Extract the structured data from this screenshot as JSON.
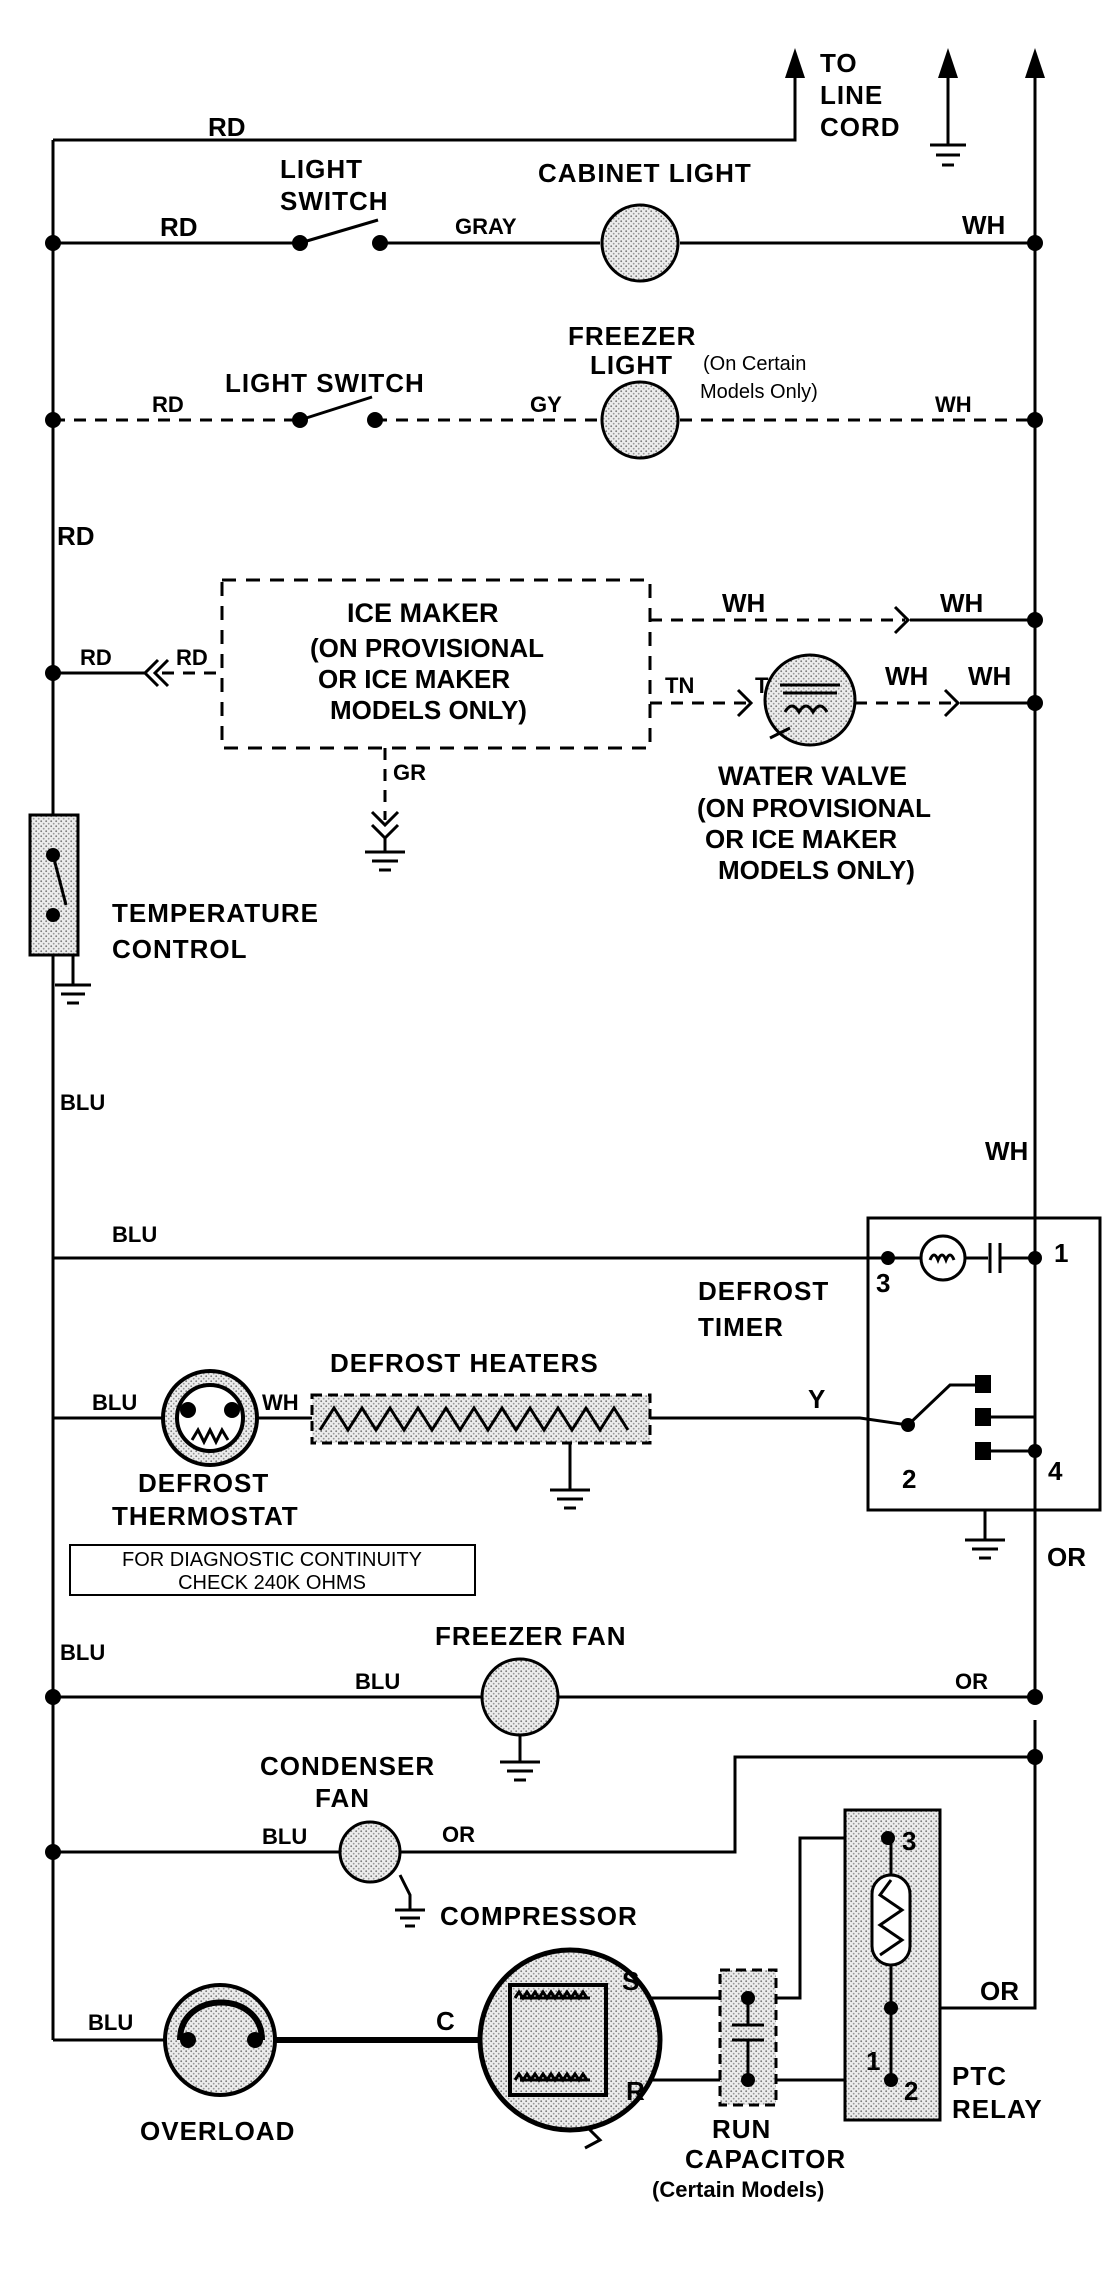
{
  "line_cord": {
    "to_label": "TO",
    "line_label": "LINE",
    "cord_label": "CORD"
  },
  "wires": {
    "rd_top": "RD",
    "rd_cabinet": "RD",
    "gray": "GRAY",
    "wh_cabinet": "WH",
    "rd_freezer": "RD",
    "gy_freezer": "GY",
    "wh_freezer": "WH",
    "rd_left": "RD",
    "rd_ice1": "RD",
    "rd_ice2": "RD",
    "wh_ice": "WH",
    "wh_ice_right": "WH",
    "tn_ice": "TN",
    "tn_valve": "TN",
    "wh_valve": "WH",
    "wh_valve_right": "WH",
    "gr_ice": "GR",
    "blu_left": "BLU",
    "wh_right": "WH",
    "blu_timer": "BLU",
    "blu_thermostat": "BLU",
    "wh_thermostat": "WH",
    "y_heater": "Y",
    "or_right": "OR",
    "blu_left2": "BLU",
    "blu_fan": "BLU",
    "or_fan": "OR",
    "blu_condenser": "BLU",
    "or_condenser": "OR",
    "blu_overload": "BLU",
    "or_relay": "OR"
  },
  "components": {
    "light_switch_1": [
      "LIGHT",
      "SWITCH"
    ],
    "cabinet_light": "CABINET LIGHT",
    "light_switch_2": "LIGHT SWITCH",
    "freezer_light": [
      "FREEZER",
      "LIGHT"
    ],
    "freezer_light_note": [
      "(On Certain",
      "Models Only)"
    ],
    "ice_maker": [
      "ICE MAKER",
      "(ON PROVISIONAL",
      "OR ICE MAKER",
      "MODELS ONLY)"
    ],
    "water_valve": [
      "WATER VALVE",
      "(ON PROVISIONAL",
      "OR ICE MAKER",
      "MODELS ONLY)"
    ],
    "temperature_control": [
      "TEMPERATURE",
      "CONTROL"
    ],
    "defrost_timer": [
      "DEFROST",
      "TIMER"
    ],
    "defrost_timer_terminals": [
      "1",
      "2",
      "3",
      "4"
    ],
    "defrost_heaters": "DEFROST HEATERS",
    "defrost_thermostat": [
      "DEFROST",
      "THERMOSTAT"
    ],
    "diagnostic_note": [
      "FOR DIAGNOSTIC CONTINUITY",
      "CHECK 240K OHMS"
    ],
    "freezer_fan": "FREEZER FAN",
    "condenser_fan": [
      "CONDENSER",
      "FAN"
    ],
    "compressor": "COMPRESSOR",
    "compressor_terminals": {
      "s": "S",
      "c": "C",
      "r": "R"
    },
    "overload": "OVERLOAD",
    "run_capacitor": [
      "RUN",
      "CAPACITOR",
      "(Certain Models)"
    ],
    "ptc_relay": [
      "PTC",
      "RELAY"
    ],
    "ptc_terminals": [
      "3",
      "1",
      "2"
    ]
  }
}
